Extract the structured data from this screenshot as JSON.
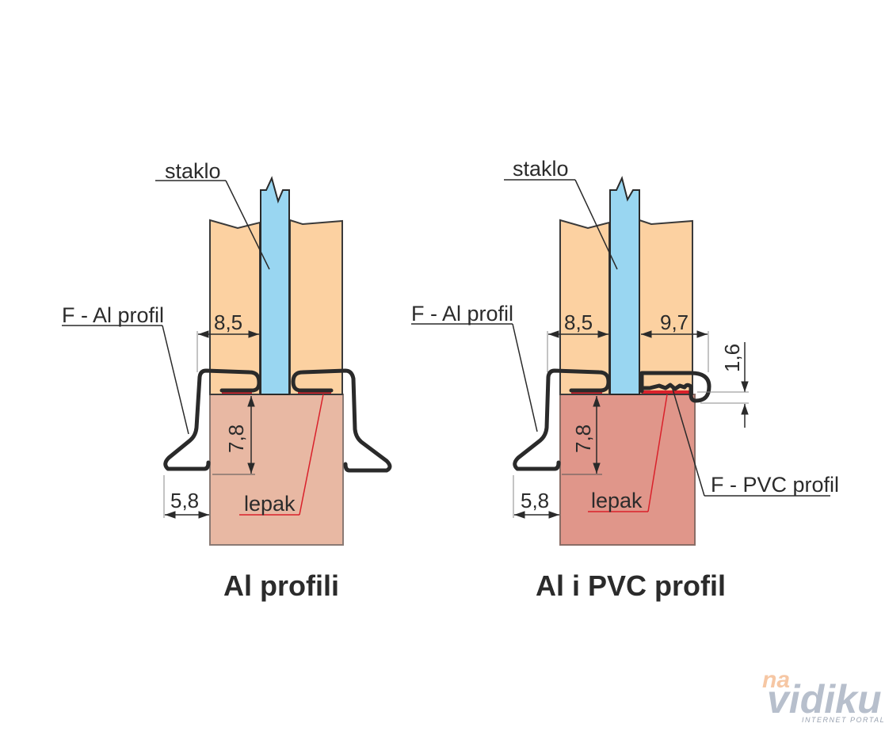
{
  "colors": {
    "frame_wood": "#fcd1a1",
    "glass": "#99d6f1",
    "base_left": "#e8b8a3",
    "base_right": "#e0968a",
    "profile_stroke": "#2a2a2a",
    "adhesive": "#d9212b",
    "text": "#2b2b2b"
  },
  "left_diagram": {
    "title": "Al profili",
    "label_glass": "staklo",
    "label_profile": "F - Al profil",
    "label_adhesive": "lepak",
    "dim_top_width": "8,5",
    "dim_height": "7,8",
    "dim_overhang": "5,8"
  },
  "right_diagram": {
    "title": "Al i PVC profil",
    "label_glass": "staklo",
    "label_profile": "F - Al profil",
    "label_pvc_profile": "F - PVC profil",
    "label_adhesive": "lepak",
    "dim_top_width_left": "8,5",
    "dim_top_width_right": "9,7",
    "dim_pvc_thickness": "1,6",
    "dim_height": "7,8",
    "dim_overhang": "5,8"
  },
  "watermark": {
    "line1": "na",
    "line2": "vidiku",
    "line3": "INTERNET PORTAL"
  }
}
